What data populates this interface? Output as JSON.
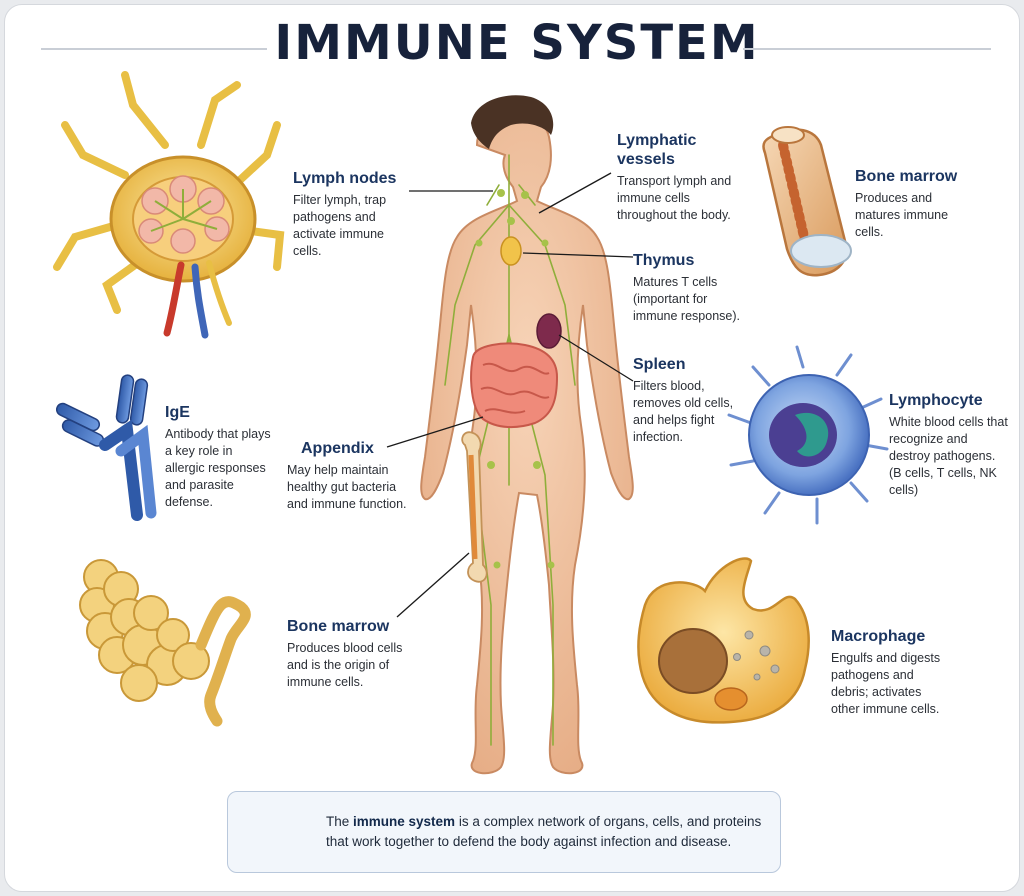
{
  "title": "IMMUNE SYSTEM",
  "callouts": {
    "lymph_nodes": {
      "title": "Lymph nodes",
      "desc": "Filter lymph, trap pathogens and activate immune cells."
    },
    "lymphatic_vessels": {
      "title": "Lymphatic vessels",
      "desc": "Transport lymph and immune cells throughout the body."
    },
    "bone_marrow_top": {
      "title": "Bone marrow",
      "desc": "Produces and matures immune cells."
    },
    "thymus": {
      "title": "Thymus",
      "desc": "Matures T cells (important for immune response)."
    },
    "spleen": {
      "title": "Spleen",
      "desc": "Filters blood, removes old cells, and helps fight infection."
    },
    "ige": {
      "title": "IgE",
      "desc": "Antibody that plays a key role in allergic responses and parasite defense."
    },
    "appendix": {
      "title": "Appendix",
      "desc": "May help maintain healthy gut bacteria and immune function."
    },
    "lymphocyte": {
      "title": "Lymphocyte",
      "desc": "White blood cells that recognize and destroy pathogens. (B cells, T cells, NK cells)"
    },
    "bone_marrow_leg": {
      "title": "Bone marrow",
      "desc": "Produces blood cells and is the origin of immune cells."
    },
    "macrophage": {
      "title": "Macrophage",
      "desc": "Engulfs and digests pathogens and debris; activates other immune cells."
    }
  },
  "summary": {
    "prefix": "The ",
    "highlight": "immune system",
    "rest": " is a complex network of organs, cells, and proteins that work together to defend the body against infection and disease."
  },
  "colors": {
    "title": "#17223b",
    "callout_title": "#1b3560",
    "skin": "#f0c3a0",
    "lymph": "#8fae3a",
    "summary_bg": "#f2f6fb"
  },
  "icons": {
    "summary": "shield-cross-icon"
  }
}
